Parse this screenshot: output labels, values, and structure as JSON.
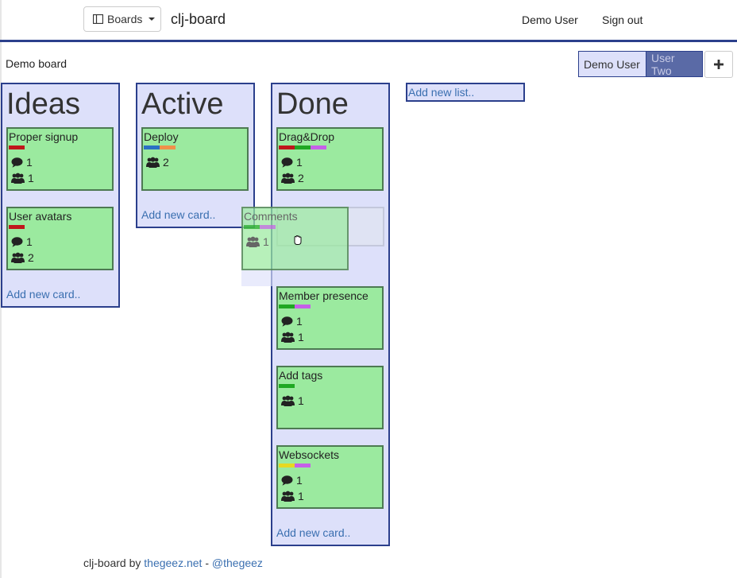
{
  "nav": {
    "boards_label": "Boards",
    "brand": "clj-board",
    "user_name": "Demo User",
    "sign_out": "Sign out"
  },
  "board": {
    "title": "Demo board",
    "members": [
      {
        "label": "Demo User",
        "active": true
      },
      {
        "label": "User Two",
        "active": false
      }
    ],
    "add_member_icon": "plus-icon"
  },
  "colors": {
    "accent": "#2b3f8c",
    "list_bg": "#dde0fa",
    "card_bg": "#9bea9f",
    "link": "#3a6fb0",
    "label_red": "#c0161b",
    "label_blue": "#2a6fc4",
    "label_orange": "#f0904a",
    "label_green": "#1fa823",
    "label_purple": "#c660e8",
    "label_yellow": "#e8d820"
  },
  "lists": [
    {
      "title": "Ideas",
      "add_card": "Add new card..",
      "cards": [
        {
          "title": "Proper signup",
          "labels": [
            "red"
          ],
          "comments": "1",
          "members": "1"
        },
        {
          "title": "User avatars",
          "labels": [
            "red"
          ],
          "comments": "1",
          "members": "2"
        }
      ]
    },
    {
      "title": "Active",
      "add_card": "Add new card..",
      "cards": [
        {
          "title": "Deploy",
          "labels": [
            "blue",
            "orange"
          ],
          "members": "2"
        }
      ]
    },
    {
      "title": "Done",
      "add_card": "Add new card..",
      "cards": [
        {
          "title": "Drag&Drop",
          "labels": [
            "red",
            "green",
            "purple"
          ],
          "comments": "1",
          "members": "2"
        },
        {
          "title": "Member presence",
          "labels": [
            "green",
            "purple"
          ],
          "comments": "1",
          "members": "1"
        },
        {
          "title": "Add tags",
          "labels": [
            "green"
          ],
          "members": "1"
        },
        {
          "title": "Websockets",
          "labels": [
            "yellow",
            "purple"
          ],
          "comments": "1",
          "members": "1"
        }
      ]
    }
  ],
  "add_list": "Add new list..",
  "dragging_card": {
    "title": "Comments",
    "labels": [
      "green",
      "purple"
    ],
    "members": "1"
  },
  "footer": {
    "prefix": "clj-board by ",
    "site_link": "thegeez.net",
    "separator": " - ",
    "twitter_link": "@thegeez"
  }
}
